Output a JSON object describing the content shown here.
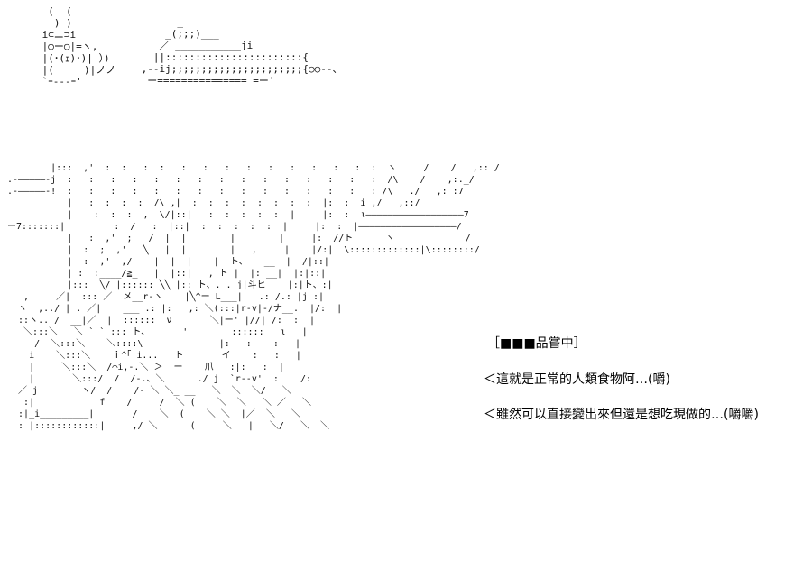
{
  "art": {
    "teacup": "  (  (\n   ) )\n i⊂ニ⊃i\n |○ー○|=ヽ,\n |(･(ｪ)･)| ）)\n |(     )|ノノ\n `ｰ---ｰ'",
    "cake": "       _\n     _(;;;)___\n    ／ ___________ji\n   ||:::::::::::::::::::::::{\n ,--ij;;;;;;;;;;;;;;;;;;;;;;{○○--、\n  ー=============== =ー'",
    "character": "        |:::  ,'  :  :   :  :   :   :   :   :   :   :   :   :   :  :  ヽ     /    /   ,:: /\n.-―――――-j  :   :   :   :   :   :   :   :   :   :   :   :   :   :   :  /\\    /    ,:._/\n.-―――――-!  :   :   :   :   :   :   :   :   :   :   :   :   :   :   : /\\   ./   ,: :7\n           |   :  :  :  :  /\\ ,|  :  :  :  :  :  :  :  :  |:  :  i ,/   ,::/\n           |    :  :  :  ,  \\/|::|   :  :  :  :  :  |     |:  :  ι――――――――――――――――――7\nー7:::::::|         :  /   :  |::|  :  :  :  :  :  |     |:  :  |――――――――――――――――――/\n           |   :  ,'  ;   /  |  |        |        |     |:  //ト      ヽ             /\n           |  :  ;  ,'   ╲   |  |        |   ,     |    |/:|  \\:::::::::::::|\\::::::::/\n           |  :  ,'  ,/    |  |  |    |  ト、   __  |  /|::|\n           | :  :____/≧_   |  |::|   , ト |  |: __|  |:|::|\n           |:::  ╲/ |:::::: ╲╲ |:: ト、. . j|斗ヒ    |:|ト、:|\n   ,     ／|  ::: ／  メ__r-ヽ |  |╲^ー L___|   .: /.: |j :|\n  ヽ  ,../ | . ／|    ___ .: |:   ,: ＼(:::|r-v|-/ナ__.  |/:  |\n  ::ヽ.. /  __|／  |  ::::::  ν       ＼|ー' |//| /:  :  |\n   ＼:::＼   ＼ ` ` ::: ト、      '        ::::::   ι   |\n     /  ＼:::＼    ＼::::\\              |:   :    :   |\n    i    ＼:::＼    ｉ^｢ i...   ト       イ    :   :   |\n    |     ＼:::＼  /⌒i,-.＼ ＞  ー    爪   :|:   :  |\n    |       ＼:::/  /  /-.、＼      ./ j  `r--v'  :    /:\n  ／ j        ヽ/  /    /- ＼ ＼_ __   ＼  ＼  ＼/   ＼\n   :|            f    /     /  ＼ (    ＼  ＼   ＼ ／   ＼\n  :|_i_________|       /    ＼  (    ＼ ＼  |／  ＼   ＼\n  : |::::::::::::|     ,/ ＼      (     ＼   |   ＼/   ＼  ＼"
  },
  "dialogue": {
    "title": "［■■■品嘗中］",
    "line1": "＜這就是正常的人類食物阿…(嚼)",
    "line2": "＜雖然可以直接變出來但還是想吃現做的…(嚼嚼)"
  }
}
